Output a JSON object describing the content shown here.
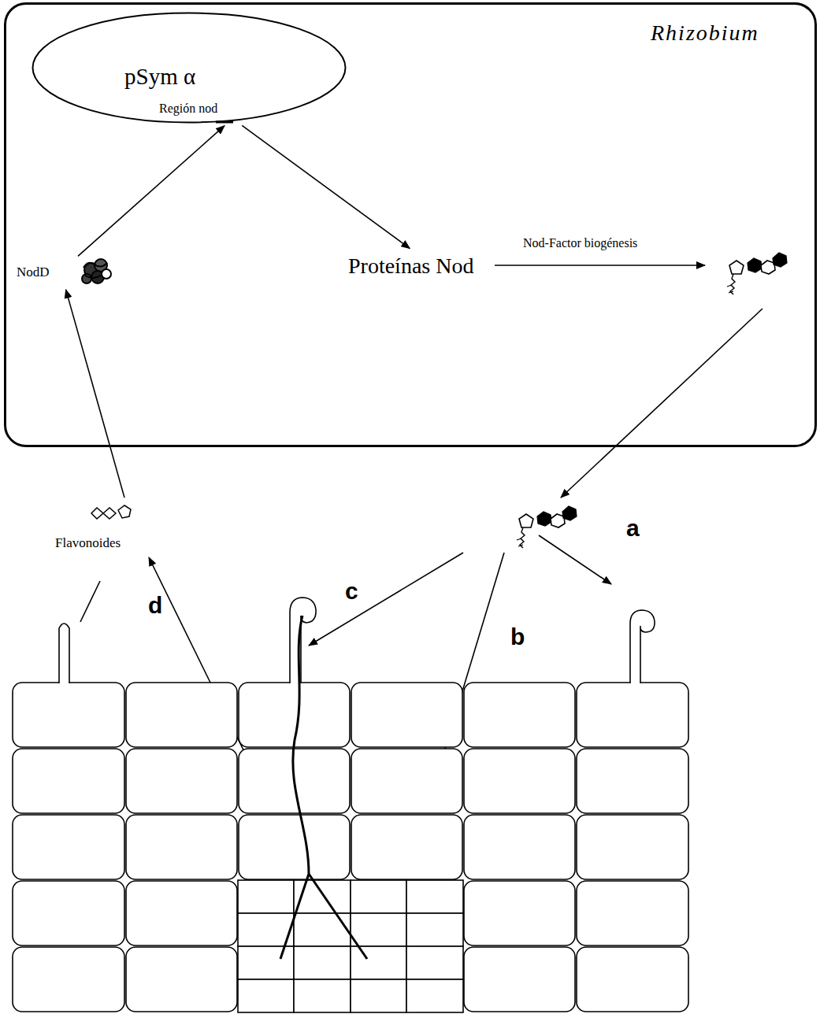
{
  "diagram": {
    "nodes": [
      {
        "text": [
          "Rhizobium"
        ]
      },
      {
        "text": [
          "pSym α",
          "Región nod"
        ],
        "in": 0
      },
      {
        "text": [
          "NodD"
        ],
        "in": 0
      },
      {
        "text": [
          "Proteínas Nod"
        ],
        "in": 0
      },
      {
        "text": [
          "Flavonoides"
        ]
      }
    ],
    "edges": [
      {
        "from": 4,
        "to": 2,
        "arrow": "to"
      },
      {
        "from": 2,
        "to": 1,
        "arrow": "to"
      },
      {
        "from": 1,
        "to": 3,
        "arrow": "to"
      }
    ],
    "labels": [
      "Nod-Factor biogénesis",
      "a",
      "d",
      "c",
      "b"
    ]
  }
}
